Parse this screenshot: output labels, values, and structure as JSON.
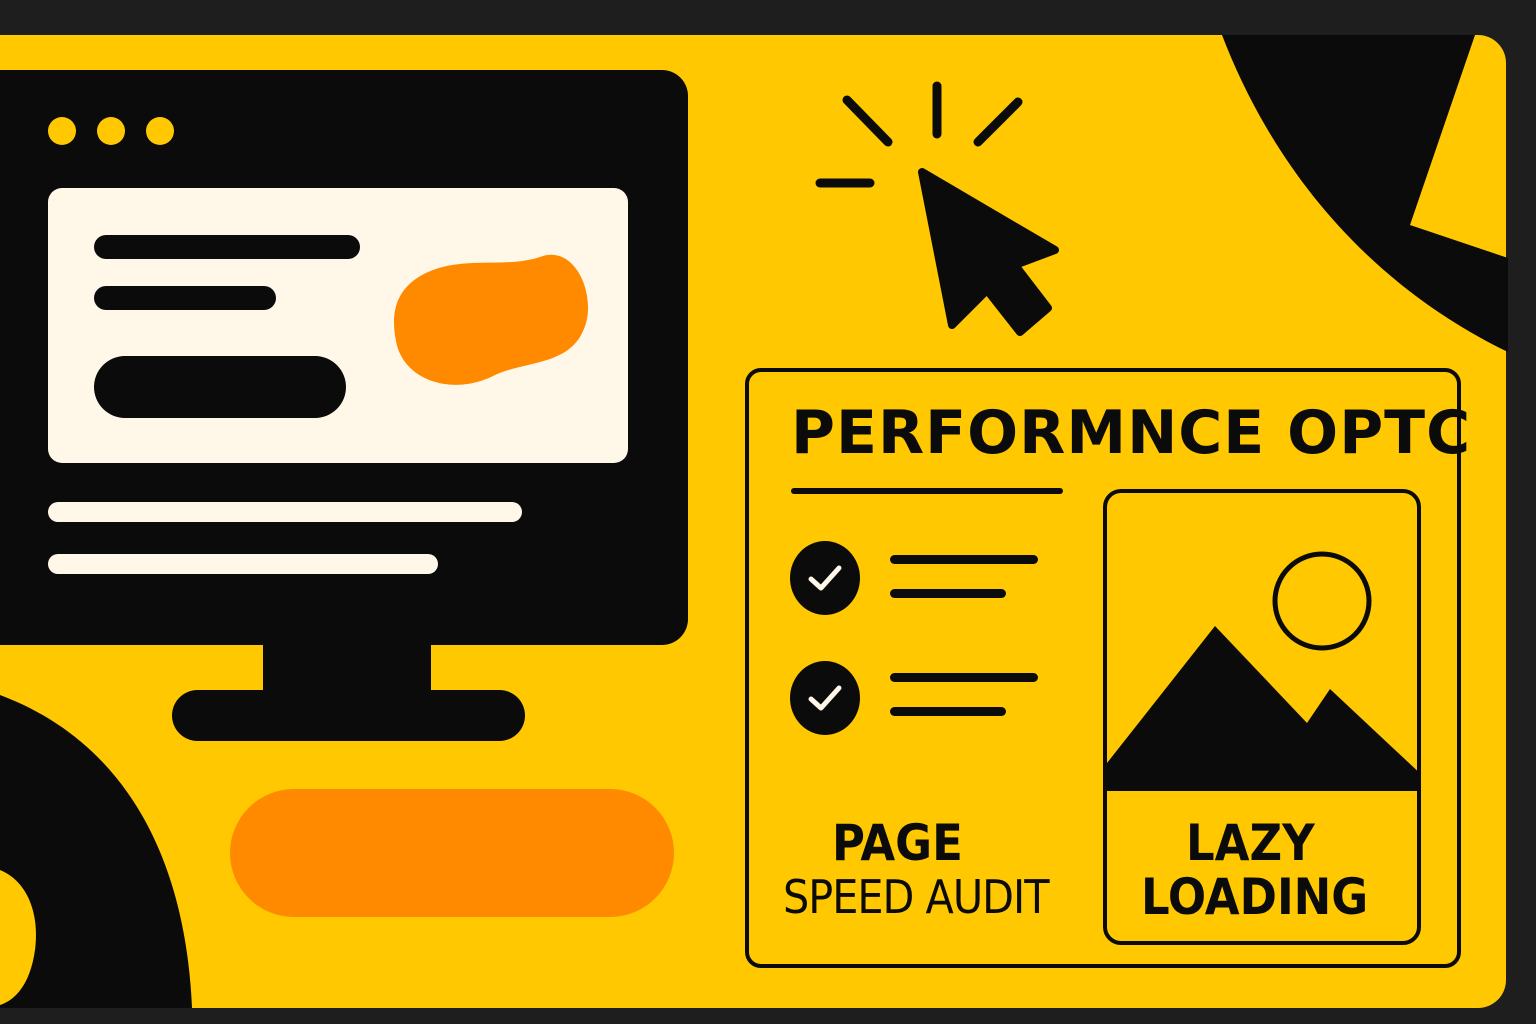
{
  "panel": {
    "title": "PERFORMNCE OPTC",
    "label_page": "PAGE",
    "label_speed_audit": "SPEED AUDIT",
    "label_lazy": "LAZY",
    "label_loading": "LOADING"
  },
  "colors": {
    "background": "#FFC800",
    "ink": "#0B0B0B",
    "accent": "#FF8A00",
    "cream": "#FFF8E8",
    "frame": "#1E1E1E"
  },
  "icons": {
    "cursor": "cursor-click-icon",
    "check": "checkmark-icon",
    "image": "image-placeholder-icon"
  }
}
